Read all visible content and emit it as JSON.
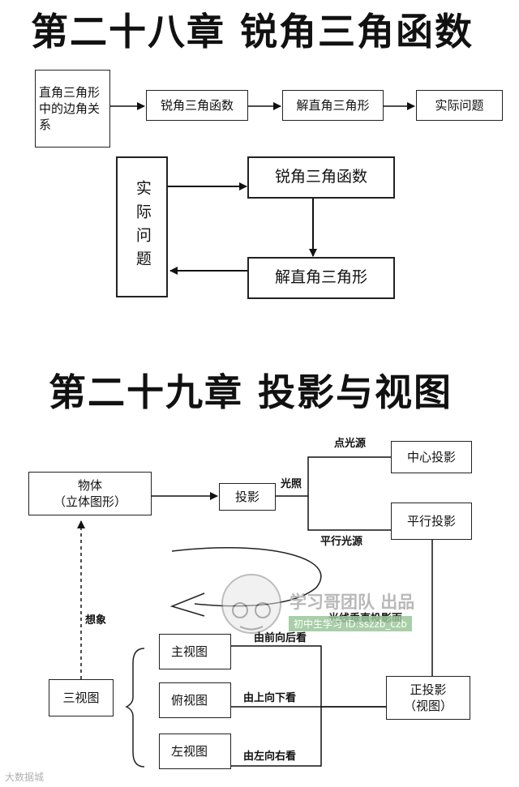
{
  "ch28": {
    "title": "第二十八章  锐角三角函数",
    "flow1": {
      "box1": "直角三角形中的边角关系",
      "box2": "锐角三角函数",
      "box3": "解直角三角形",
      "box4": "实际问题"
    },
    "flow2": {
      "left": "实际问题",
      "top": "锐角三角函数",
      "bottom": "解直角三角形"
    }
  },
  "ch29": {
    "title": "第二十九章  投影与视图",
    "object": "物体\n（立体图形）",
    "projection": "投影",
    "light": "光照",
    "point_source": "点光源",
    "parallel_source": "平行光源",
    "central": "中心投影",
    "parallel": "平行投影",
    "imagine": "想象",
    "three_views": "三视图",
    "front_view": "主视图",
    "top_view": "俯视图",
    "side_view": "左视图",
    "front_to_back": "由前向后看",
    "top_to_bottom": "由上向下看",
    "left_to_right": "由左向右看",
    "perpendicular": "光线垂直投影面",
    "orthographic": "正投影\n（视图）"
  },
  "watermark": {
    "team": "学习哥团队 出品",
    "sub": "初中生学习  ID:sszzb_czb",
    "corner": "大数据城"
  }
}
